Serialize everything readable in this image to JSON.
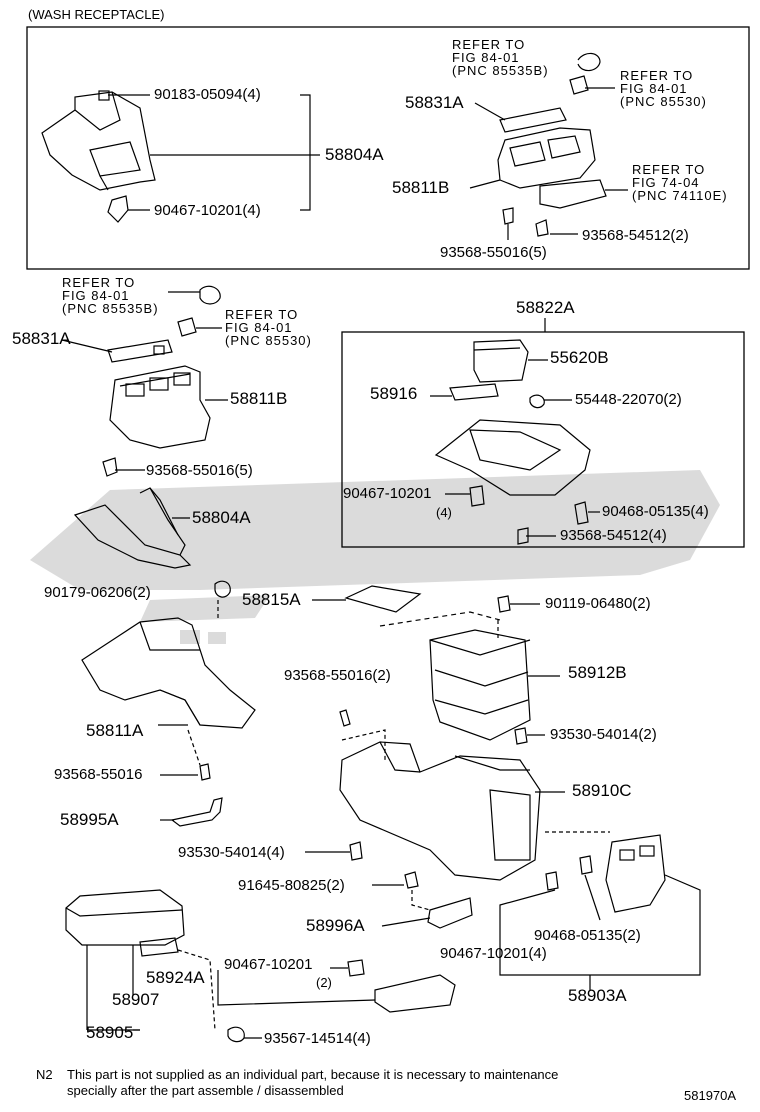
{
  "header": {
    "title": "(WASH RECEPTACLE)"
  },
  "top_box": {
    "labels": {
      "p90183": "90183-05094(4)",
      "p58804A": "58804A",
      "p90467": "90467-10201(4)",
      "p58831A": "58831A",
      "p58811B": "58811B",
      "p93568a": "93568-55016(5)",
      "p93568b": "93568-54512(2)"
    },
    "refs": [
      {
        "lines": [
          "REFER TO",
          "FIG 84-01",
          "(PNC 85535B)"
        ]
      },
      {
        "lines": [
          "REFER TO",
          "FIG 84-01",
          "(PNC 85530)"
        ]
      },
      {
        "lines": [
          "REFER TO",
          "FIG 74-04",
          "(PNC 74110E)"
        ]
      }
    ]
  },
  "left_col": {
    "refs": [
      {
        "lines": [
          "REFER TO",
          "FIG 84-01",
          "(PNC 85535B)"
        ]
      },
      {
        "lines": [
          "REFER TO",
          "FIG 84-01",
          "(PNC 85530)"
        ]
      }
    ],
    "labels": {
      "p58831A": "58831A",
      "p58811B": "58811B",
      "p93568": "93568-55016(5)",
      "p58804A": "58804A",
      "p90179": "90179-06206(2)",
      "p58811A": "58811A",
      "p93568b": "93568-55016",
      "p58995A": "58995A"
    }
  },
  "box2": {
    "labels": {
      "p58822A": "58822A",
      "p55620B": "55620B",
      "p58916": "58916",
      "p55448": "55448-22070(2)",
      "p90467": "90467-10201",
      "p90467n": "(4)",
      "p90468": "90468-05135(4)",
      "p93568": "93568-54512(4)"
    }
  },
  "main": {
    "labels": {
      "p58815A": "58815A",
      "p90119": "90119-06480(2)",
      "p93568": "93568-55016(2)",
      "p58912B": "58912B",
      "p93530a": "93530-54014(2)",
      "p58910C": "58910C",
      "p93530b": "93530-54014(4)",
      "p91645": "91645-80825(2)",
      "p58996A": "58996A",
      "p90468": "90468-05135(2)",
      "p90467a": "90467-10201(4)",
      "p58903A": "58903A",
      "p58924A": "58924A",
      "p90467b": "90467-10201",
      "p90467bn": "(2)",
      "p58907": "58907",
      "p58905": "58905",
      "p93567": "93567-14514(4)"
    }
  },
  "footer": {
    "note_code": "N2",
    "note_line1": "This part is not supplied as an individual part, because it is necessary to maintenance",
    "note_line2": "specially after the part assemble / disassembled",
    "fig_id": "581970A"
  }
}
